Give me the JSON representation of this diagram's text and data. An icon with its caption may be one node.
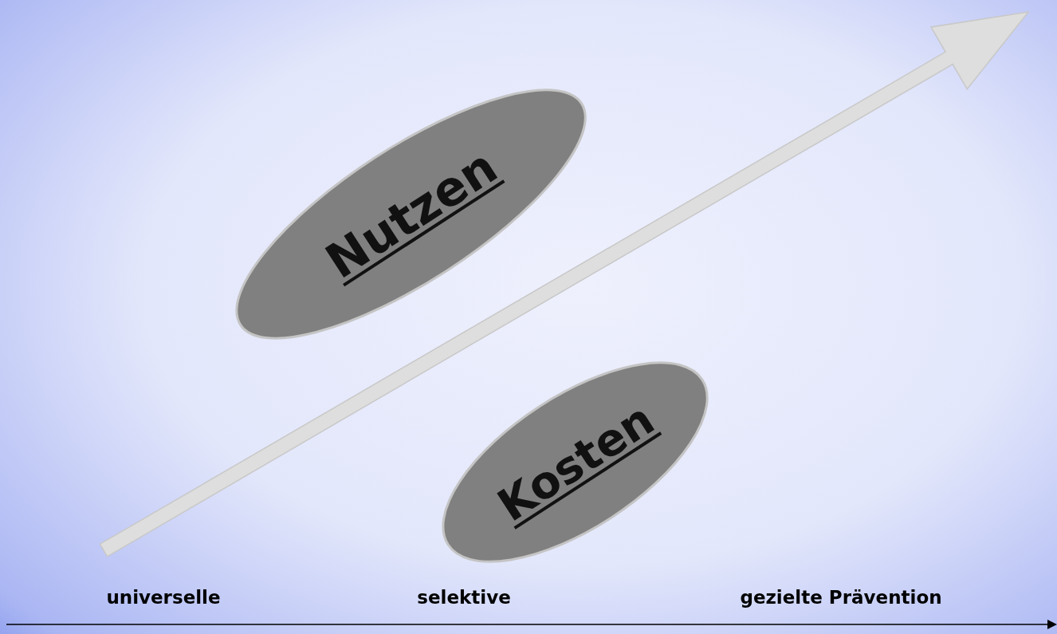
{
  "diagram": {
    "nodes": [
      {
        "text": [
          "Nutzen"
        ]
      },
      {
        "text": [
          "Kosten"
        ]
      }
    ],
    "labels": [
      "universelle",
      "selektive",
      "gezielte Prävention"
    ]
  }
}
